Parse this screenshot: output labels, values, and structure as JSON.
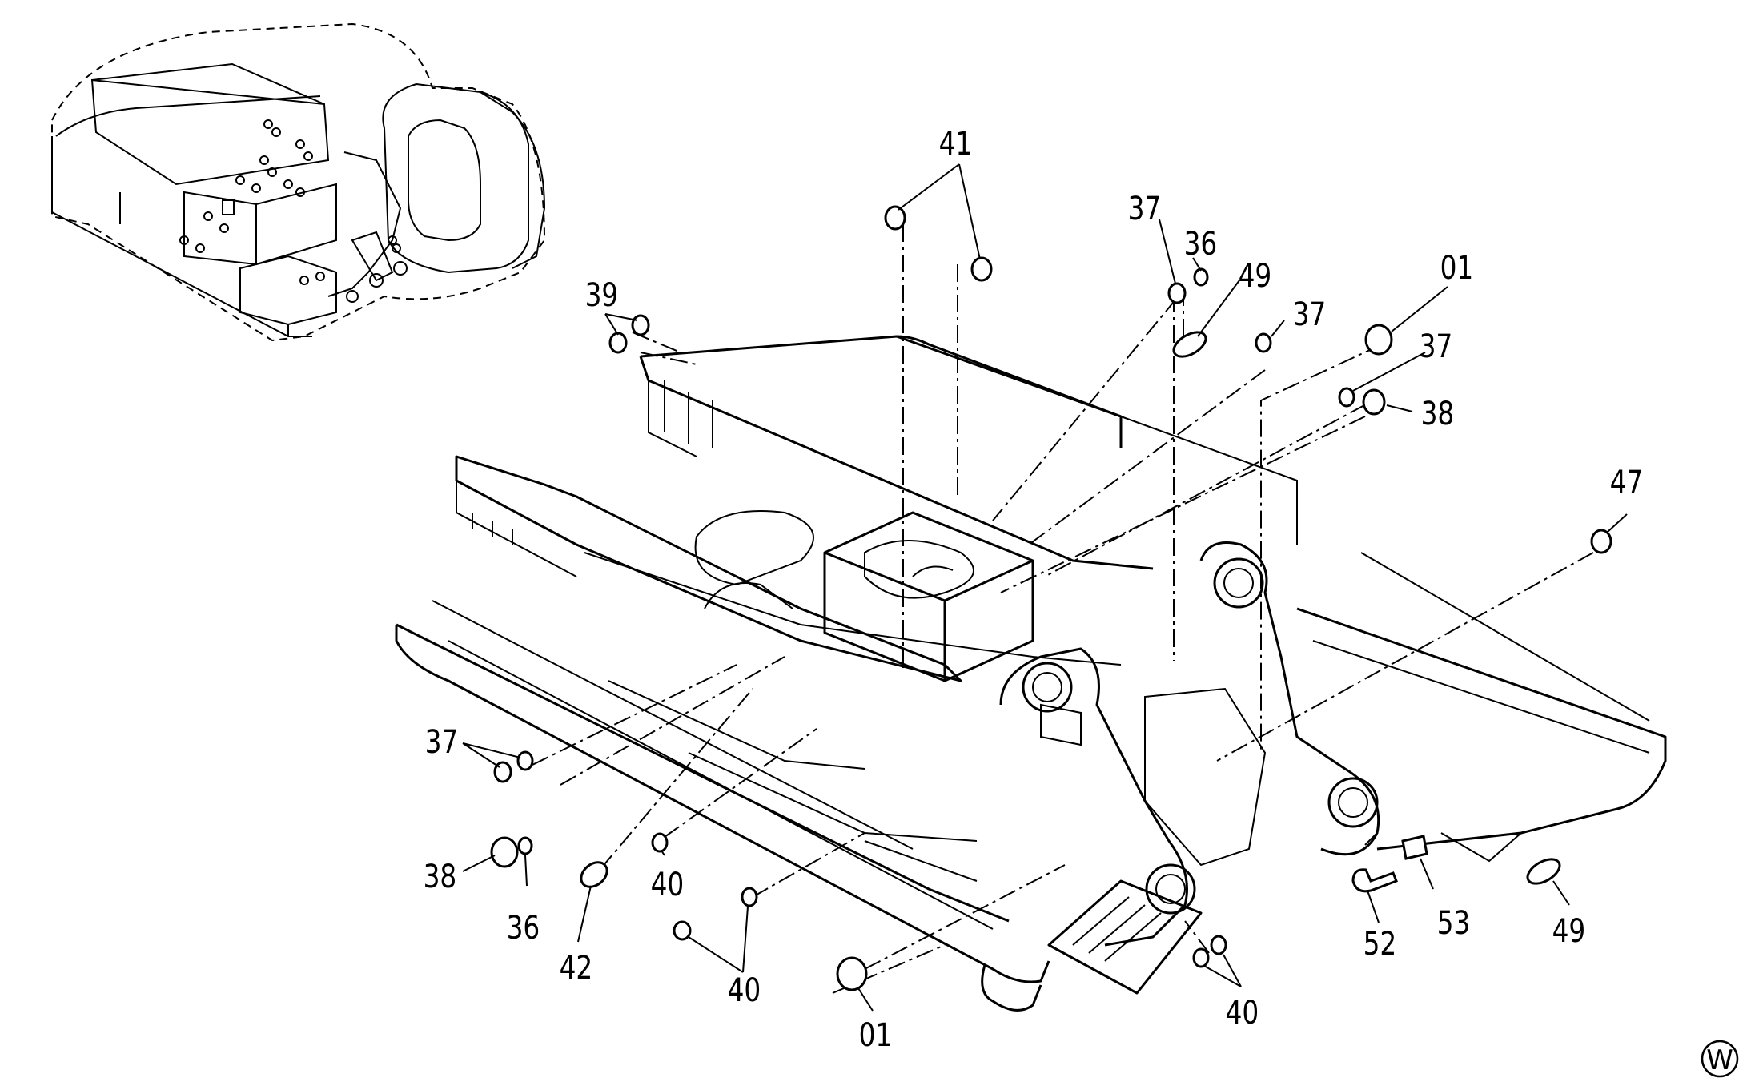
{
  "diagram": {
    "view_mark": "W",
    "labels": {
      "l41": "41",
      "l37a": "37",
      "l36a": "36",
      "l49a": "49",
      "l37b": "37",
      "l01a": "01",
      "l37c": "37",
      "l38a": "38",
      "l39": "39",
      "l47": "47",
      "l37d": "37",
      "l38b": "38",
      "l36b": "36",
      "l42": "42",
      "l40a": "40",
      "l40b": "40",
      "l01b": "01",
      "l40c": "40",
      "l52": "52",
      "l53": "53",
      "l49b": "49"
    }
  }
}
